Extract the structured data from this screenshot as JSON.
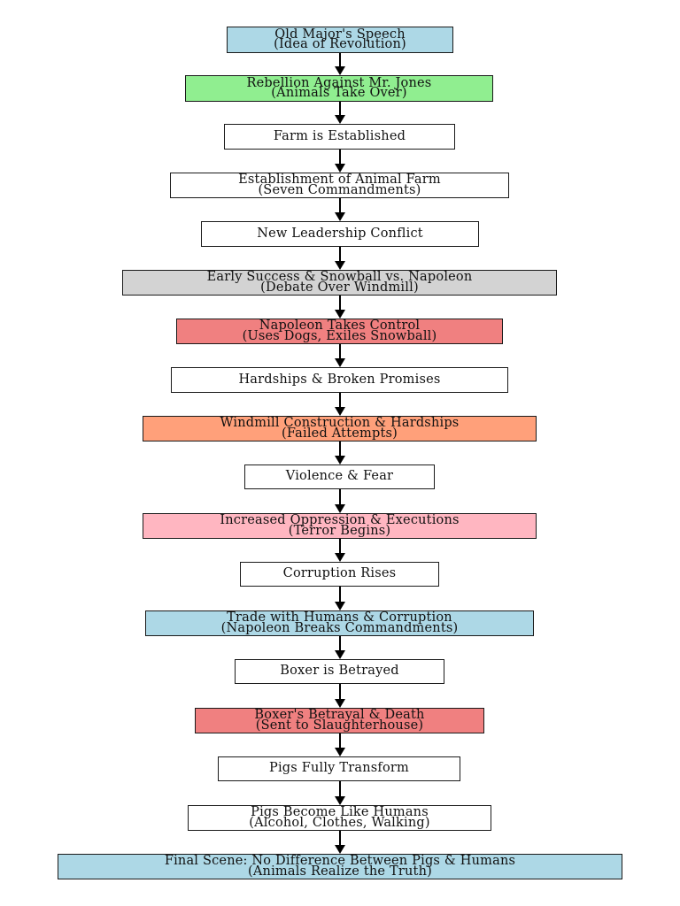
{
  "nodes": [
    {
      "lines": [
        "Old Major's Speech",
        "(Idea of Revolution)"
      ],
      "fill": "#add8e6"
    },
    {
      "lines": [
        "Rebellion Against Mr. Jones",
        "(Animals Take Over)"
      ],
      "fill": "#90ee90"
    },
    {
      "lines": [
        "Farm is Established"
      ],
      "fill": "#ffffff"
    },
    {
      "lines": [
        "Establishment of Animal Farm",
        "(Seven Commandments)"
      ],
      "fill": "#ffffff"
    },
    {
      "lines": [
        "New Leadership Conflict"
      ],
      "fill": "#ffffff"
    },
    {
      "lines": [
        "Early Success & Snowball vs. Napoleon",
        "(Debate Over Windmill)"
      ],
      "fill": "#d3d3d3"
    },
    {
      "lines": [
        "Napoleon Takes Control",
        "(Uses Dogs, Exiles Snowball)"
      ],
      "fill": "#f08080"
    },
    {
      "lines": [
        "Hardships & Broken Promises"
      ],
      "fill": "#ffffff"
    },
    {
      "lines": [
        "Windmill Construction & Hardships",
        "(Failed Attempts)"
      ],
      "fill": "#ffa07a"
    },
    {
      "lines": [
        "Violence & Fear"
      ],
      "fill": "#ffffff"
    },
    {
      "lines": [
        "Increased Oppression & Executions",
        "(Terror Begins)"
      ],
      "fill": "#ffb6c1"
    },
    {
      "lines": [
        "Corruption Rises"
      ],
      "fill": "#ffffff"
    },
    {
      "lines": [
        "Trade with Humans & Corruption",
        "(Napoleon Breaks Commandments)"
      ],
      "fill": "#add8e6"
    },
    {
      "lines": [
        "Boxer is Betrayed"
      ],
      "fill": "#ffffff"
    },
    {
      "lines": [
        "Boxer's Betrayal & Death",
        "(Sent to Slaughterhouse)"
      ],
      "fill": "#f08080"
    },
    {
      "lines": [
        "Pigs Fully Transform"
      ],
      "fill": "#ffffff"
    },
    {
      "lines": [
        "Pigs Become Like Humans",
        "(Alcohol, Clothes, Walking)"
      ],
      "fill": "#ffffff"
    },
    {
      "lines": [
        "Final Scene: No Difference Between Pigs & Humans",
        "(Animals Realize the Truth)"
      ],
      "fill": "#add8e6"
    }
  ]
}
